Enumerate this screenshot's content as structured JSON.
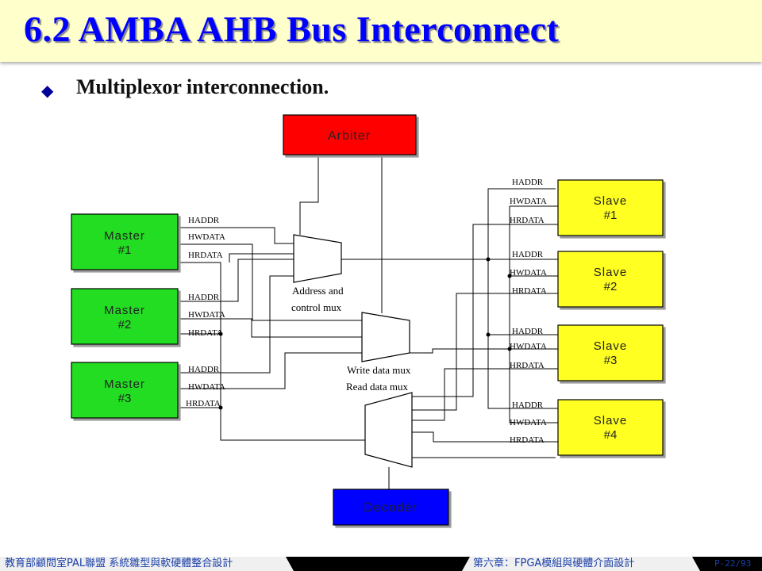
{
  "slide": {
    "title": "6.2 AMBA AHB Bus Interconnect",
    "bullet_icon": "diamond-bullet",
    "bullet_text": "Multiplexor interconnection."
  },
  "diagram": {
    "arbiter": "Arbiter",
    "decoder": "Decoder",
    "masters": [
      {
        "line1": "Master",
        "line2": "#1"
      },
      {
        "line1": "Master",
        "line2": "#2"
      },
      {
        "line1": "Master",
        "line2": "#3"
      }
    ],
    "slaves": [
      {
        "line1": "Slave",
        "line2": "#1"
      },
      {
        "line1": "Slave",
        "line2": "#2"
      },
      {
        "line1": "Slave",
        "line2": "#3"
      },
      {
        "line1": "Slave",
        "line2": "#4"
      }
    ],
    "signals": {
      "haddr": "HADDR",
      "hwdata": "HWDATA",
      "hrdata": "HRDATA"
    },
    "mux_labels": {
      "addr_line1": "Address and",
      "addr_line2": "control mux",
      "write": "Write data mux",
      "read": "Read data mux"
    },
    "colors": {
      "master": "#22dd22",
      "slave": "#ffff22",
      "arbiter": "#ff0000",
      "decoder": "#0000ff"
    }
  },
  "footer": {
    "left": "教育部顧問室PAL聯盟 系統雛型與軟硬體整合設計",
    "middle": "第六章：FPGA模組與硬體介面設計",
    "page": "P-22/93"
  }
}
